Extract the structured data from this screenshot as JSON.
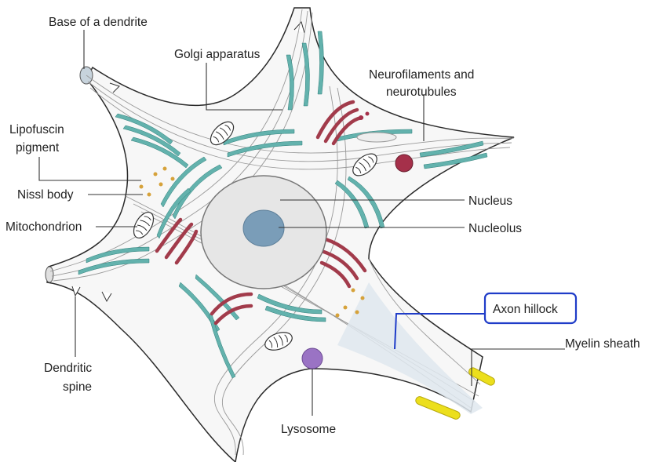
{
  "labels": {
    "base_of_dendrite": "Base of a dendrite",
    "golgi": "Golgi apparatus",
    "neurofilaments_line1": "Neurofilaments and",
    "neurofilaments_line2": "neurotubules",
    "lipofuscin_line1": "Lipofuscin",
    "lipofuscin_line2": "pigment",
    "nissl": "Nissl body",
    "mitochondrion": "Mitochondrion",
    "nucleus": "Nucleus",
    "nucleolus": "Nucleolus",
    "axon_hillock": "Axon hillock",
    "myelin": "Myelin sheath",
    "dendritic_spine_line1": "Dendritic",
    "dendritic_spine_line2": "spine",
    "lysosome": "Lysosome"
  },
  "colors": {
    "er": "#63b2ad",
    "golgi": "#a23b4b",
    "nucleus": "#e6e6e6",
    "nucleolus": "#7a9db8",
    "lysosome": "#9a73c4",
    "vesicle": "#a5304a",
    "myelin": "#ecdf1c",
    "highlight_box": "#1f3cc8",
    "lipofuscin": "#d6a23a"
  }
}
